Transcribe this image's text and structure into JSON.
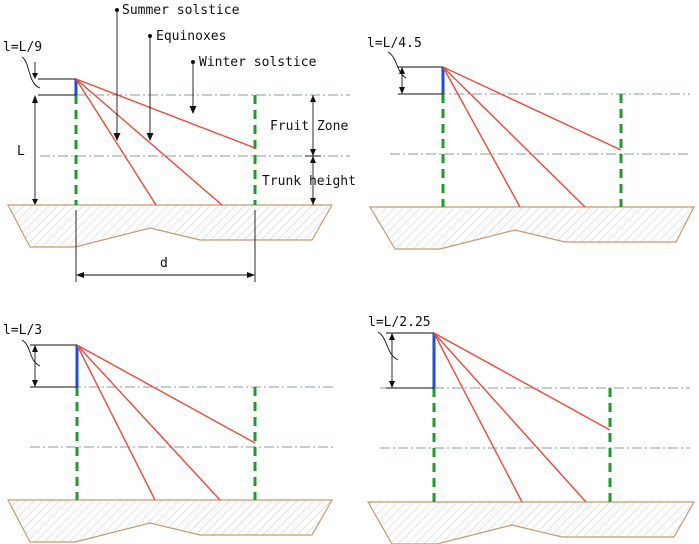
{
  "labels": {
    "summer": "Summer solstice",
    "equinoxes": "Equinoxes",
    "winter": "Winter solstice",
    "fruit_zone": "Fruit Zone",
    "trunk_height": "Trunk height",
    "L": "L",
    "d": "d"
  },
  "panels": [
    {
      "l_label": "l=L/9"
    },
    {
      "l_label": "l=L/4.5"
    },
    {
      "l_label": "l=L/3"
    },
    {
      "l_label": "l=L/2.25"
    }
  ],
  "colors": {
    "post": "#1f9a2e",
    "wire": "#1f4fd6",
    "rays": "#ee4a3c",
    "ground": "#c79a72"
  }
}
